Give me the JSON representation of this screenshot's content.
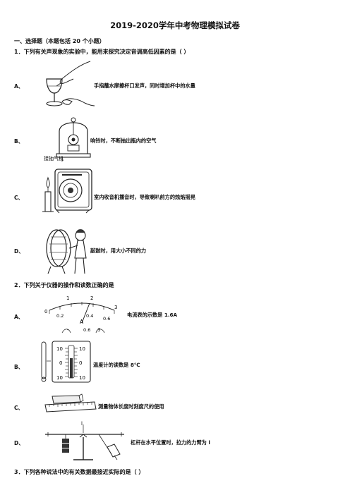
{
  "title": "2019-2020学年中考物理模拟试卷",
  "section": "一、选择题（本题包括 20 个小题）",
  "q1": {
    "stem": "1．下列有关声现象的实验中，能用来探究决定音调高低因素的是（      ）",
    "options": [
      {
        "label": "A、",
        "text": "手指蘸水摩擦杯口发声，同时增加杯中的水量"
      },
      {
        "label": "B、",
        "text": "响铃时，不断抽出瓶内的空气"
      },
      {
        "label": "C、",
        "text": "室内收音机播音时，导致喇叭前方的烛焰摇晃"
      },
      {
        "label": "D、",
        "text": "敲鼓时，用大小不同的力"
      }
    ],
    "pump_label": "接抽气机"
  },
  "q2": {
    "stem": "2．下列关于仪器的操作和读数正确的是",
    "options": [
      {
        "label": "A、",
        "text": "电流表的示数是 1.6A"
      },
      {
        "label": "B、",
        "text": "温度计的读数是 8℃"
      },
      {
        "label": "C、",
        "text": "测量物体长度时刻度尺的使用"
      },
      {
        "label": "D、",
        "text": "杠杆在水平位置时，拉力的力臂为 l"
      }
    ],
    "ammeter": {
      "top_scale": [
        "0",
        "1",
        "2",
        "3"
      ],
      "bottom_scale": [
        "0.2",
        "0.4",
        "0.6"
      ],
      "unit": "A",
      "terminals": [
        "-",
        "0.6",
        "3"
      ]
    },
    "thermometer": {
      "labels": [
        "10",
        "0",
        "10",
        "10"
      ]
    },
    "lever_label": "l"
  },
  "q3": {
    "stem": "3．下列各种说法中的有关数据最接近实际的是（      ）"
  }
}
